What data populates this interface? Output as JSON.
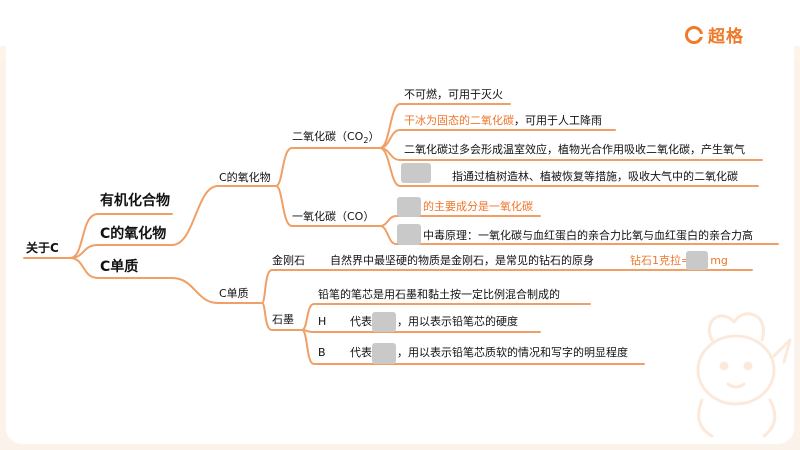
{
  "brand": {
    "name": "超格"
  },
  "mindmap": {
    "root": "关于C",
    "categories": [
      "有机化合物",
      "C的氧化物",
      "C单质"
    ],
    "oxide": {
      "label": "C的氧化物",
      "co2": {
        "label_prefix": "二氧化碳（CO",
        "label_sub": "2",
        "label_suffix": "）",
        "items": [
          {
            "text": "不可燃，可用于灭火"
          },
          {
            "highlight": "干冰为固态的二氧化碳",
            "text": "，可用于人工降雨"
          },
          {
            "text": "二氧化碳过多会形成温室效应，植物光合作用吸收二氧化碳，产生氧气"
          },
          {
            "text": "指通过植树造林、植被恢复等措施，吸收大气中的二氧化碳"
          }
        ]
      },
      "co": {
        "label": "一氧化碳（CO）",
        "items": [
          {
            "highlight": "的主要成分是一氧化碳"
          },
          {
            "text": "中毒原理：一氧化碳与血红蛋白的亲合力比氧与血红蛋白的亲合力高"
          }
        ]
      }
    },
    "element": {
      "label": "C单质",
      "diamond": {
        "label": "金刚石",
        "text": "自然界中最坚硬的物质是金刚石，是常见的钻石的原身",
        "note_prefix": "钻石1克拉=",
        "note_suffix": "mg"
      },
      "graphite": {
        "label": "石墨",
        "intro": "铅笔的笔芯是用石墨和黏土按一定比例混合制成的",
        "items": [
          {
            "key": "H",
            "prefix": "代表",
            "text": "，用以表示铅笔芯的硬度"
          },
          {
            "key": "B",
            "prefix": "代表",
            "text": "，用以表示铅笔芯质软的情况和写字的明显程度"
          }
        ]
      }
    }
  }
}
